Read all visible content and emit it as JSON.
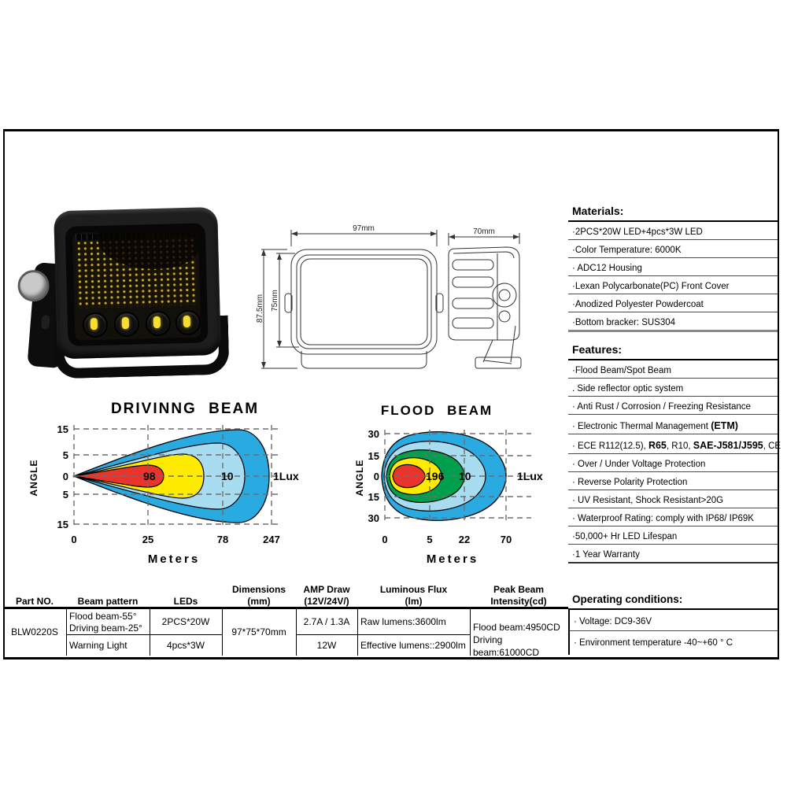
{
  "drawings": {
    "front": {
      "width_label": "97mm",
      "outer_height_label": "87.5mm",
      "inner_height_label": "75mm"
    },
    "side": {
      "width_label": "70mm"
    }
  },
  "materials": {
    "heading": "Materials:",
    "items": [
      "·2PCS*20W LED+4pcs*3W  LED",
      "·Color Temperature: 6000K",
      "· ADC12 Housing",
      "·Lexan Polycarbonate(PC) Front Cover",
      "·Anodized Polyester Powdercoat",
      "·Bottom bracker: SUS304"
    ]
  },
  "features": {
    "heading": "Features:",
    "items": [
      {
        "t": "·Flood Beam/Spot Beam"
      },
      {
        "t": ". Side reflector optic system"
      },
      {
        "t": "· Anti Rust / Corrosion / Freezing Resistance"
      },
      {
        "t": "· Electronic Thermal Management ",
        "b": "(ETM)"
      },
      {
        "t": "· ECE R112(12.5), ",
        "b": "R65",
        "t2": ", R10, ",
        "b2": "SAE-J581/J595",
        "t3": ", CE"
      },
      {
        "t": "· Over / Under Voltage Protection"
      },
      {
        "t": "· Reverse Polarity Protection"
      },
      {
        "t": "· UV Resistant, Shock Resistant>20G"
      },
      {
        "t": "· Waterproof Rating: comply with IP68/ IP69K"
      },
      {
        "t": "·50,000+ Hr LED Lifespan"
      },
      {
        "t": "·1 Year Warranty"
      }
    ]
  },
  "operating": {
    "heading": "Operating conditions:",
    "items": [
      "· Voltage: DC9-36V",
      "· Environment temperature -40~+60 ° C"
    ]
  },
  "spec_table": {
    "headers": [
      {
        "l1": "Part NO.",
        "l2": ""
      },
      {
        "l1": "Beam pattern",
        "l2": ""
      },
      {
        "l1": "LEDs",
        "l2": ""
      },
      {
        "l1": "Dimensions",
        "l2": "(mm)"
      },
      {
        "l1": "AMP Draw",
        "l2": "(12V/24V/)"
      },
      {
        "l1": "Luminous Flux",
        "l2": "(lm)"
      },
      {
        "l1": "Peak Beam",
        "l2": "Intensity(cd)"
      }
    ],
    "part_no": "BLW0220S",
    "beam_row1_l1": "Flood beam-55°",
    "beam_row1_l2": "Driving beam-25°",
    "beam_row2": "Warning Light",
    "leds_row1": "2PCS*20W",
    "leds_row2": "4pcs*3W",
    "dimensions": "97*75*70mm",
    "amp_row1": "2.7A / 1.3A",
    "amp_row2": "12W",
    "flux_row1": "Raw lumens:3600lm",
    "flux_row2": "Effective lumens::2900lm",
    "peak_l1": "Flood beam:4950CD",
    "peak_l2": "Driving beam:61000CD"
  },
  "chart_data": [
    {
      "type": "area",
      "title": "DRIVINNG BEAM",
      "xlabel": "Meters",
      "ylabel": "ANGLE",
      "x_ticks": [
        "0",
        "25",
        "78",
        "247"
      ],
      "y_ticks": [
        "15",
        "5",
        "0",
        "5",
        "15"
      ],
      "lux_markers": [
        {
          "distance_m": 25,
          "label": "98"
        },
        {
          "distance_m": 78,
          "label": "10"
        },
        {
          "distance_m": 247,
          "label": "1Lux"
        }
      ],
      "zone_colors": [
        "#e8342c",
        "#ffeb00",
        "#a8dcf0",
        "#29abe2"
      ],
      "beam_angle_deg": 25,
      "grid": "dashed"
    },
    {
      "type": "area",
      "title": "FLOOD BEAM",
      "xlabel": "Meters",
      "ylabel": "ANGLE",
      "x_ticks": [
        "0",
        "5",
        "22",
        "70"
      ],
      "y_ticks": [
        "30",
        "15",
        "0",
        "15",
        "30"
      ],
      "lux_markers": [
        {
          "distance_m": 5,
          "label": "196"
        },
        {
          "distance_m": 22,
          "label": "10"
        },
        {
          "distance_m": 70,
          "label": "1Lux"
        }
      ],
      "zone_colors": [
        "#e8342c",
        "#ffeb00",
        "#009f4d",
        "#a8dcf0",
        "#29abe2"
      ],
      "beam_angle_deg": 55,
      "grid": "dashed"
    }
  ]
}
